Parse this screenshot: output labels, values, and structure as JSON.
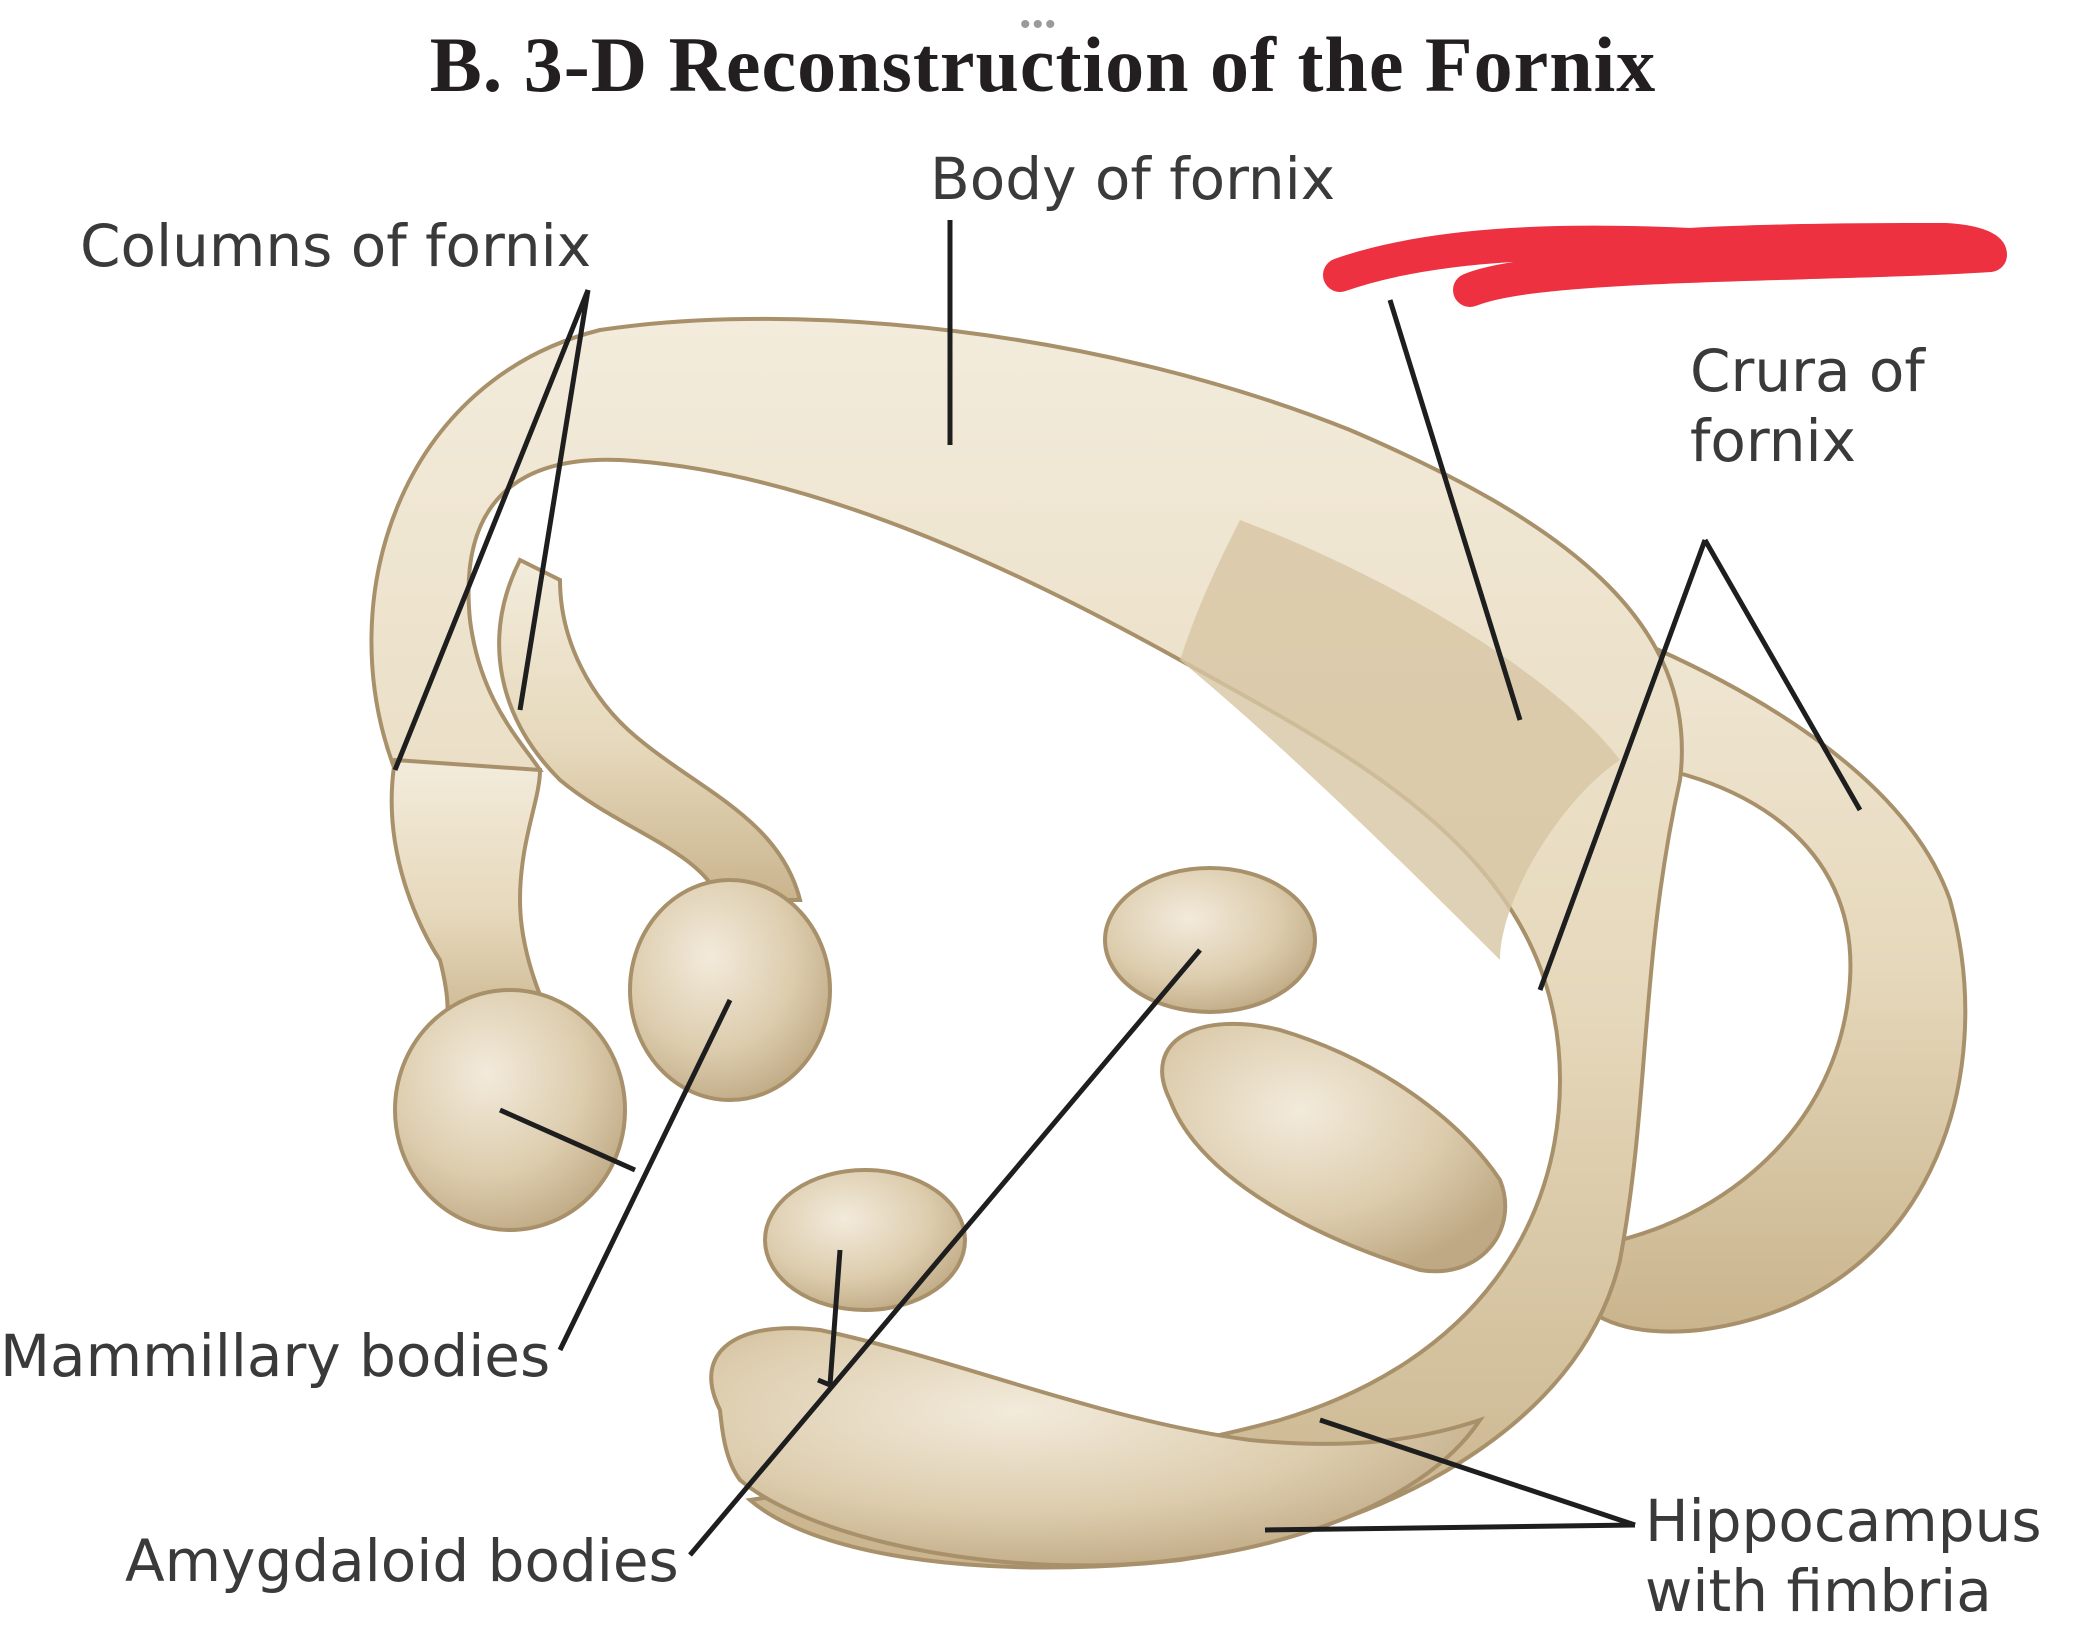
{
  "title": "B. 3-D Reconstruction of the Fornix",
  "more_indicator": "•••",
  "labels": {
    "columns": "Columns of fornix",
    "body": "Body of fornix",
    "crura_line1": "Crura of",
    "crura_line2": "fornix",
    "mammillary": "Mammillary bodies",
    "amygdaloid": "Amygdaloid bodies",
    "hippocampus_line1": "Hippocampus",
    "hippocampus_line2": "with fimbria"
  },
  "colors": {
    "structure_fill": "#e8dcc3",
    "structure_shade": "#cbb894",
    "leader_line": "#1e1e1e",
    "redaction": "#ee3140"
  }
}
